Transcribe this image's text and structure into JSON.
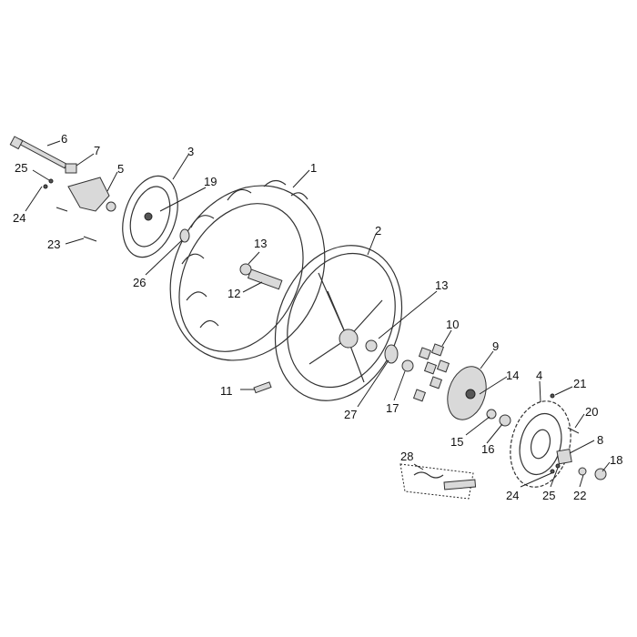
{
  "callouts": [
    {
      "id": "1",
      "text": "1"
    },
    {
      "id": "2",
      "text": "2"
    },
    {
      "id": "3",
      "text": "3"
    },
    {
      "id": "4",
      "text": "4"
    },
    {
      "id": "5",
      "text": "5"
    },
    {
      "id": "6",
      "text": "6"
    },
    {
      "id": "7",
      "text": "7"
    },
    {
      "id": "8",
      "text": "8"
    },
    {
      "id": "9",
      "text": "9"
    },
    {
      "id": "10",
      "text": "10"
    },
    {
      "id": "11",
      "text": "11"
    },
    {
      "id": "12",
      "text": "12"
    },
    {
      "id": "13a",
      "text": "13"
    },
    {
      "id": "13b",
      "text": "13"
    },
    {
      "id": "14",
      "text": "14"
    },
    {
      "id": "15",
      "text": "15"
    },
    {
      "id": "16",
      "text": "16"
    },
    {
      "id": "17",
      "text": "17"
    },
    {
      "id": "18",
      "text": "18"
    },
    {
      "id": "19",
      "text": "19"
    },
    {
      "id": "20",
      "text": "20"
    },
    {
      "id": "21",
      "text": "21"
    },
    {
      "id": "22",
      "text": "22"
    },
    {
      "id": "23",
      "text": "23"
    },
    {
      "id": "24a",
      "text": "24"
    },
    {
      "id": "24b",
      "text": "24"
    },
    {
      "id": "25a",
      "text": "25"
    },
    {
      "id": "25b",
      "text": "25"
    },
    {
      "id": "26",
      "text": "26"
    },
    {
      "id": "27",
      "text": "27"
    },
    {
      "id": "28",
      "text": "28"
    }
  ]
}
